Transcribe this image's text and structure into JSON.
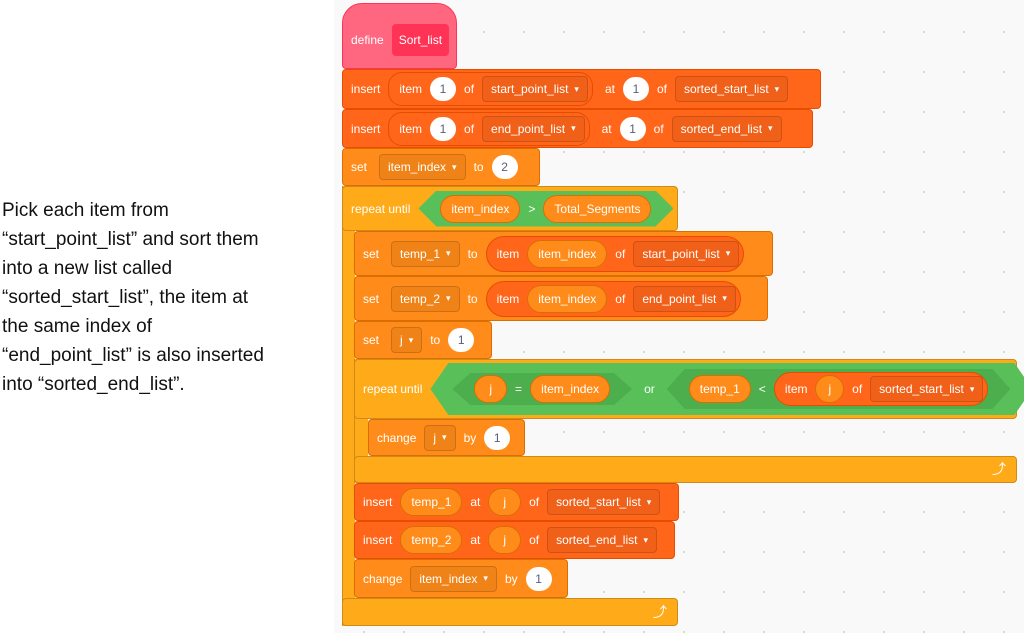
{
  "annotation": {
    "lines": [
      "Pick each item from",
      "“start_point_list” and sort them",
      "into a new list called",
      "“sorted_start_list”, the item at",
      "the same index of",
      "“end_point_list” is also inserted",
      "into “sorted_end_list”."
    ]
  },
  "define": {
    "label": "define",
    "name": "Sort_list"
  },
  "insert1": {
    "label": "insert",
    "item": "item",
    "index": "1",
    "of": "of",
    "list": "start_point_list",
    "at": "at",
    "pos": "1",
    "of2": "of",
    "target": "sorted_start_list"
  },
  "insert2": {
    "label": "insert",
    "item": "item",
    "index": "1",
    "of": "of",
    "list": "end_point_list",
    "at": "at",
    "pos": "1",
    "of2": "of",
    "target": "sorted_end_list"
  },
  "set_index": {
    "label": "set",
    "var": "item_index",
    "to": "to",
    "value": "2"
  },
  "repeat1": {
    "label": "repeat until",
    "left": "item_index",
    "op": ">",
    "right": "Total_Segments"
  },
  "set_temp1": {
    "label": "set",
    "var": "temp_1",
    "to": "to",
    "item": "item",
    "index": "item_index",
    "of": "of",
    "list": "start_point_list"
  },
  "set_temp2": {
    "label": "set",
    "var": "temp_2",
    "to": "to",
    "item": "item",
    "index": "item_index",
    "of": "of",
    "list": "end_point_list"
  },
  "set_j": {
    "label": "set",
    "var": "j",
    "to": "to",
    "value": "1"
  },
  "repeat2": {
    "label": "repeat until",
    "a": "j",
    "eq": "=",
    "b": "item_index",
    "or": "or",
    "c": "temp_1",
    "lt": "<",
    "item": "item",
    "idx": "j",
    "of": "of",
    "list": "sorted_start_list"
  },
  "change_j": {
    "label": "change",
    "var": "j",
    "by": "by",
    "value": "1"
  },
  "insert3": {
    "label": "insert",
    "value": "temp_1",
    "at": "at",
    "pos": "j",
    "of": "of",
    "list": "sorted_start_list"
  },
  "insert4": {
    "label": "insert",
    "value": "temp_2",
    "at": "at",
    "pos": "j",
    "of": "of",
    "list": "sorted_end_list"
  },
  "change_index": {
    "label": "change",
    "var": "item_index",
    "by": "by",
    "value": "1"
  },
  "icons": {
    "dropdown": "▾",
    "loop": "⤴"
  }
}
